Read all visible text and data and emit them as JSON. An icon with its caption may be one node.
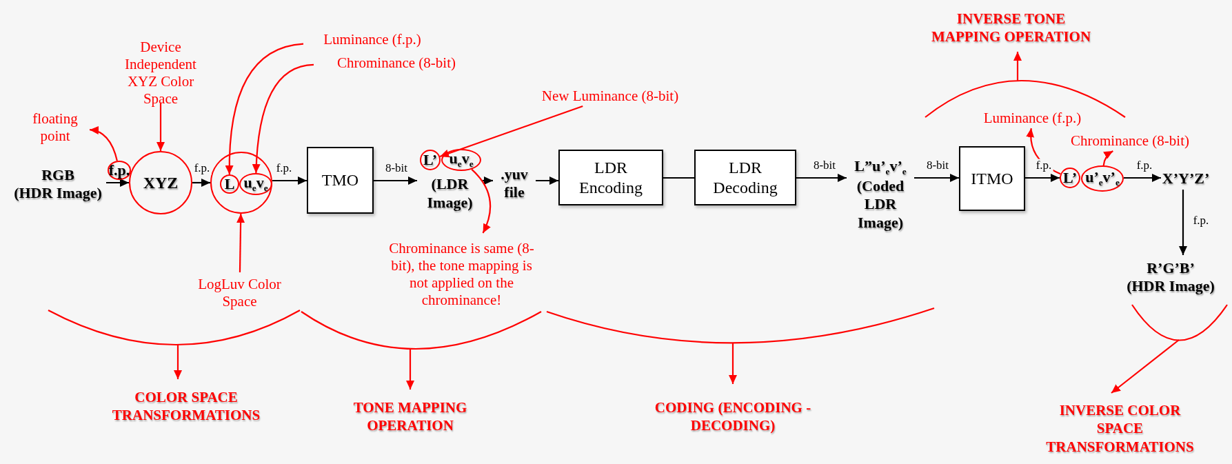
{
  "diagram": {
    "nodes": [
      {
        "text": [
          "RGB",
          "(HDR Image)"
        ]
      },
      {
        "text": [
          "f.p."
        ]
      },
      {
        "text": [
          "floating point"
        ]
      },
      {
        "text": [
          "Device Independent XYZ Color Space"
        ]
      },
      {
        "text": [
          "XYZ"
        ]
      },
      {
        "text": [
          "Luminance (f.p.)"
        ]
      },
      {
        "text": [
          "Chrominance (8-bit)"
        ]
      },
      {
        "text": [],
        "shape": "circle"
      },
      {
        "text": [
          "L"
        ],
        "in": 7
      },
      {
        "text": [
          "u$_{e}$v$_{e}$"
        ],
        "in": 7
      },
      {
        "text": [
          "LogLuv Color Space"
        ]
      },
      {
        "text": [
          "TMO"
        ]
      },
      {
        "text": [
          "New Luminance (8-bit)"
        ]
      },
      {
        "text": [
          "(LDR Image)"
        ]
      },
      {
        "text": [
          "L’"
        ],
        "in": 13
      },
      {
        "text": [
          "u$_{e}$v$_{e}$"
        ],
        "in": 13
      },
      {
        "text": [
          "Chrominance is same (8-bit), the tone mapping is not applied on the chrominance!"
        ]
      },
      {
        "text": [
          ".yuv file"
        ]
      },
      {
        "text": [
          "LDR Encoding"
        ]
      },
      {
        "text": [
          "LDR Decoding"
        ]
      },
      {
        "text": [
          "L”u’$_{e}$v’$_{e}$",
          "(Coded LDR Image)"
        ]
      },
      {
        "text": [
          "ITMO"
        ]
      },
      {
        "text": [
          "Luminance (f.p.)"
        ]
      },
      {
        "text": [
          "Chrominance (8-bit)"
        ]
      },
      {
        "text": [
          "L’"
        ]
      },
      {
        "text": [
          "u’$_{e}$v’$_{e}$"
        ]
      },
      {
        "text": [
          "X’Y’Z’"
        ]
      },
      {
        "text": [
          "R’G’B’",
          "(HDR Image)"
        ]
      }
    ],
    "edges": [
      {
        "from": 0,
        "to": 4,
        "arrow": "to"
      },
      {
        "from": 4,
        "to": 7,
        "arrow": "to",
        "label": "f.p."
      },
      {
        "from": 7,
        "to": 11,
        "arrow": "to",
        "label": "f.p."
      },
      {
        "from": 11,
        "to": 13,
        "arrow": "to",
        "label": "8-bit"
      },
      {
        "from": 13,
        "to": 17,
        "arrow": "to"
      },
      {
        "from": 17,
        "to": 18,
        "arrow": "to"
      },
      {
        "from": 18,
        "to": 19,
        "arrow": "none"
      },
      {
        "from": 19,
        "to": 20,
        "arrow": "to",
        "label": "8-bit"
      },
      {
        "from": 20,
        "to": 21,
        "arrow": "to",
        "label": "8-bit"
      },
      {
        "from": 21,
        "to": 24,
        "arrow": "to",
        "label": "f.p."
      },
      {
        "from": 25,
        "to": 26,
        "arrow": "to",
        "label": "f.p."
      },
      {
        "from": 26,
        "to": 27,
        "arrow": "to",
        "label": "f.p."
      },
      {
        "from": 1,
        "to": 2,
        "arrow": "to",
        "color": "#ff0000"
      },
      {
        "from": 3,
        "to": 4,
        "arrow": "to",
        "color": "#ff0000"
      },
      {
        "from": 5,
        "to": 8,
        "arrow": "to",
        "color": "#ff0000"
      },
      {
        "from": 6,
        "to": 9,
        "arrow": "to",
        "color": "#ff0000"
      },
      {
        "from": 10,
        "to": 7,
        "arrow": "to",
        "color": "#ff0000"
      },
      {
        "from": 12,
        "to": 14,
        "arrow": "to",
        "color": "#ff0000"
      },
      {
        "from": 15,
        "to": 16,
        "arrow": "to",
        "color": "#ff0000"
      },
      {
        "from": 24,
        "to": 22,
        "arrow": "to",
        "color": "#ff0000"
      },
      {
        "from": 25,
        "to": 23,
        "arrow": "to",
        "color": "#ff0000"
      }
    ],
    "labels": [
      "INVERSE TONE MAPPING OPERATION",
      "COLOR SPACE TRANSFORMATIONS",
      "TONE MAPPING OPERATION",
      "CODING (ENCODING - DECODING)",
      "INVERSE COLOR SPACE TRANSFORMATIONS"
    ]
  }
}
